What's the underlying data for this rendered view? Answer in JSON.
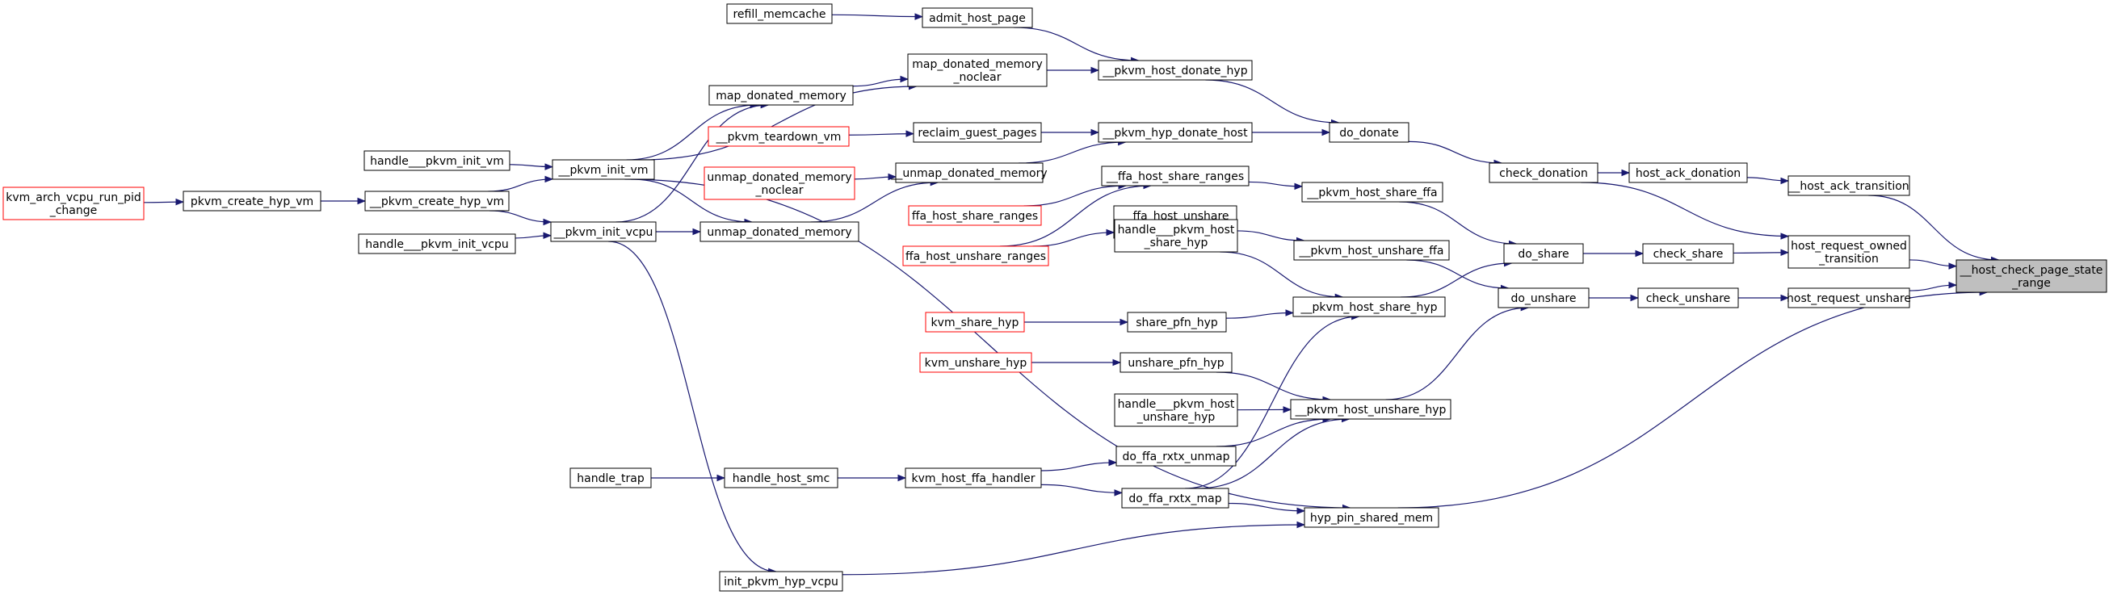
{
  "colors": {
    "edge": "#191970",
    "node_border": "#000000",
    "external_border": "#ff0000",
    "root_fill": "#bfbfbf",
    "node_fill": "#ffffff"
  },
  "nodes": [
    {
      "id": "host_check_page_state_range",
      "lines": [
        "__host_check_page_state",
        "_range"
      ],
      "style": "root"
    },
    {
      "id": "host_ack_transition",
      "lines": [
        "__host_ack_transition"
      ],
      "style": "normal"
    },
    {
      "id": "host_request_owned_transition",
      "lines": [
        "host_request_owned",
        "_transition"
      ],
      "style": "normal"
    },
    {
      "id": "host_request_unshare",
      "lines": [
        "host_request_unshare"
      ],
      "style": "normal"
    },
    {
      "id": "hyp_pin_shared_mem",
      "lines": [
        "hyp_pin_shared_mem"
      ],
      "style": "normal"
    },
    {
      "id": "host_ack_donation",
      "lines": [
        "host_ack_donation"
      ],
      "style": "normal"
    },
    {
      "id": "check_share",
      "lines": [
        "check_share"
      ],
      "style": "normal"
    },
    {
      "id": "check_unshare",
      "lines": [
        "check_unshare"
      ],
      "style": "normal"
    },
    {
      "id": "check_donation",
      "lines": [
        "check_donation"
      ],
      "style": "normal"
    },
    {
      "id": "do_share",
      "lines": [
        "do_share"
      ],
      "style": "normal"
    },
    {
      "id": "do_unshare",
      "lines": [
        "do_unshare"
      ],
      "style": "normal"
    },
    {
      "id": "do_donate",
      "lines": [
        "do_donate"
      ],
      "style": "normal"
    },
    {
      "id": "pkvm_host_donate_hyp",
      "lines": [
        "__pkvm_host_donate_hyp"
      ],
      "style": "normal"
    },
    {
      "id": "pkvm_hyp_donate_host",
      "lines": [
        "__pkvm_hyp_donate_host"
      ],
      "style": "normal"
    },
    {
      "id": "pkvm_host_share_ffa",
      "lines": [
        "__pkvm_host_share_ffa"
      ],
      "style": "normal"
    },
    {
      "id": "pkvm_host_unshare_ffa",
      "lines": [
        "__pkvm_host_unshare_ffa"
      ],
      "style": "normal"
    },
    {
      "id": "pkvm_host_share_hyp",
      "lines": [
        "__pkvm_host_share_hyp"
      ],
      "style": "normal"
    },
    {
      "id": "pkvm_host_unshare_hyp",
      "lines": [
        "__pkvm_host_unshare_hyp"
      ],
      "style": "normal"
    },
    {
      "id": "admit_host_page",
      "lines": [
        "admit_host_page"
      ],
      "style": "normal"
    },
    {
      "id": "refill_memcache",
      "lines": [
        "refill_memcache"
      ],
      "style": "normal"
    },
    {
      "id": "map_donated_memory_noclear",
      "lines": [
        "map_donated_memory",
        "_noclear"
      ],
      "style": "normal"
    },
    {
      "id": "map_donated_memory",
      "lines": [
        "map_donated_memory"
      ],
      "style": "normal"
    },
    {
      "id": "reclaim_guest_pages",
      "lines": [
        "reclaim_guest_pages"
      ],
      "style": "normal"
    },
    {
      "id": "pkvm_teardown_vm",
      "lines": [
        "__pkvm_teardown_vm"
      ],
      "style": "external"
    },
    {
      "id": "unmap_donated_memory_noclear",
      "lines": [
        "__unmap_donated_memory"
      ],
      "style": "normal"
    },
    {
      "id": "unmap_donated_memory_noclear_ext",
      "lines": [
        "unmap_donated_memory",
        "_noclear"
      ],
      "style": "external"
    },
    {
      "id": "unmap_donated_memory",
      "lines": [
        "unmap_donated_memory"
      ],
      "style": "normal"
    },
    {
      "id": "ffa_host_share_ranges_int",
      "lines": [
        "__ffa_host_share_ranges"
      ],
      "style": "normal"
    },
    {
      "id": "ffa_host_unshare_ranges_int",
      "lines": [
        "__ffa_host_unshare",
        "_ranges"
      ],
      "style": "normal"
    },
    {
      "id": "ffa_host_share_ranges",
      "lines": [
        "ffa_host_share_ranges"
      ],
      "style": "external"
    },
    {
      "id": "ffa_host_unshare_ranges",
      "lines": [
        "ffa_host_unshare_ranges"
      ],
      "style": "external"
    },
    {
      "id": "handle_pkvm_host_share_hyp",
      "lines": [
        "handle___pkvm_host",
        "_share_hyp"
      ],
      "style": "normal"
    },
    {
      "id": "share_pfn_hyp",
      "lines": [
        "share_pfn_hyp"
      ],
      "style": "normal"
    },
    {
      "id": "kvm_share_hyp",
      "lines": [
        "kvm_share_hyp"
      ],
      "style": "external"
    },
    {
      "id": "unshare_pfn_hyp",
      "lines": [
        "unshare_pfn_hyp"
      ],
      "style": "normal"
    },
    {
      "id": "kvm_unshare_hyp",
      "lines": [
        "kvm_unshare_hyp"
      ],
      "style": "external"
    },
    {
      "id": "handle_pkvm_host_unshare_hyp",
      "lines": [
        "handle___pkvm_host",
        "_unshare_hyp"
      ],
      "style": "normal"
    },
    {
      "id": "do_ffa_rxtx_unmap",
      "lines": [
        "do_ffa_rxtx_unmap"
      ],
      "style": "normal"
    },
    {
      "id": "do_ffa_rxtx_map",
      "lines": [
        "do_ffa_rxtx_map"
      ],
      "style": "normal"
    },
    {
      "id": "kvm_host_ffa_handler",
      "lines": [
        "kvm_host_ffa_handler"
      ],
      "style": "normal"
    },
    {
      "id": "handle_host_smc",
      "lines": [
        "handle_host_smc"
      ],
      "style": "normal"
    },
    {
      "id": "handle_trap",
      "lines": [
        "handle_trap"
      ],
      "style": "normal"
    },
    {
      "id": "pkvm_init_vm",
      "lines": [
        "__pkvm_init_vm"
      ],
      "style": "normal"
    },
    {
      "id": "pkvm_init_vcpu",
      "lines": [
        "__pkvm_init_vcpu"
      ],
      "style": "normal"
    },
    {
      "id": "handle_pkvm_init_vm",
      "lines": [
        "handle___pkvm_init_vm"
      ],
      "style": "normal"
    },
    {
      "id": "handle_pkvm_init_vcpu",
      "lines": [
        "handle___pkvm_init_vcpu"
      ],
      "style": "normal"
    },
    {
      "id": "pkvm_create_hyp_vm_int",
      "lines": [
        "__pkvm_create_hyp_vm"
      ],
      "style": "normal"
    },
    {
      "id": "pkvm_create_hyp_vm",
      "lines": [
        "pkvm_create_hyp_vm"
      ],
      "style": "normal"
    },
    {
      "id": "kvm_arch_vcpu_run_pid_change",
      "lines": [
        "kvm_arch_vcpu_run_pid",
        "_change"
      ],
      "style": "external"
    },
    {
      "id": "init_pkvm_hyp_vcpu",
      "lines": [
        "init_pkvm_hyp_vcpu"
      ],
      "style": "normal"
    }
  ],
  "edges": [
    [
      "host_ack_transition",
      "host_check_page_state_range"
    ],
    [
      "host_request_owned_transition",
      "host_check_page_state_range"
    ],
    [
      "host_request_unshare",
      "host_check_page_state_range"
    ],
    [
      "hyp_pin_shared_mem",
      "host_check_page_state_range"
    ],
    [
      "host_ack_donation",
      "host_ack_transition"
    ],
    [
      "check_share",
      "host_request_owned_transition"
    ],
    [
      "check_donation",
      "host_request_owned_transition"
    ],
    [
      "check_unshare",
      "host_request_unshare"
    ],
    [
      "check_donation",
      "host_ack_donation"
    ],
    [
      "do_share",
      "check_share"
    ],
    [
      "do_unshare",
      "check_unshare"
    ],
    [
      "do_donate",
      "check_donation"
    ],
    [
      "pkvm_host_donate_hyp",
      "do_donate"
    ],
    [
      "pkvm_hyp_donate_host",
      "do_donate"
    ],
    [
      "pkvm_host_share_ffa",
      "do_share"
    ],
    [
      "pkvm_host_share_hyp",
      "do_share"
    ],
    [
      "pkvm_host_unshare_ffa",
      "do_unshare"
    ],
    [
      "pkvm_host_unshare_hyp",
      "do_unshare"
    ],
    [
      "admit_host_page",
      "pkvm_host_donate_hyp"
    ],
    [
      "map_donated_memory_noclear",
      "pkvm_host_donate_hyp"
    ],
    [
      "refill_memcache",
      "admit_host_page"
    ],
    [
      "reclaim_guest_pages",
      "pkvm_hyp_donate_host"
    ],
    [
      "unmap_donated_memory_noclear",
      "pkvm_hyp_donate_host"
    ],
    [
      "map_donated_memory",
      "map_donated_memory_noclear"
    ],
    [
      "pkvm_init_vm",
      "map_donated_memory_noclear"
    ],
    [
      "pkvm_teardown_vm",
      "reclaim_guest_pages"
    ],
    [
      "unmap_donated_memory_noclear_ext",
      "unmap_donated_memory_noclear"
    ],
    [
      "unmap_donated_memory",
      "unmap_donated_memory_noclear"
    ],
    [
      "ffa_host_share_ranges_int",
      "pkvm_host_share_ffa"
    ],
    [
      "ffa_host_unshare_ranges_int",
      "pkvm_host_unshare_ffa"
    ],
    [
      "ffa_host_share_ranges",
      "ffa_host_share_ranges_int"
    ],
    [
      "ffa_host_unshare_ranges",
      "ffa_host_share_ranges_int"
    ],
    [
      "ffa_host_unshare_ranges",
      "ffa_host_unshare_ranges_int"
    ],
    [
      "handle_pkvm_host_share_hyp",
      "pkvm_host_share_hyp"
    ],
    [
      "share_pfn_hyp",
      "pkvm_host_share_hyp"
    ],
    [
      "do_ffa_rxtx_map",
      "pkvm_host_share_hyp"
    ],
    [
      "kvm_share_hyp",
      "share_pfn_hyp"
    ],
    [
      "unshare_pfn_hyp",
      "pkvm_host_unshare_hyp"
    ],
    [
      "handle_pkvm_host_unshare_hyp",
      "pkvm_host_unshare_hyp"
    ],
    [
      "do_ffa_rxtx_unmap",
      "pkvm_host_unshare_hyp"
    ],
    [
      "do_ffa_rxtx_map",
      "pkvm_host_unshare_hyp"
    ],
    [
      "kvm_unshare_hyp",
      "unshare_pfn_hyp"
    ],
    [
      "kvm_host_ffa_handler",
      "do_ffa_rxtx_unmap"
    ],
    [
      "kvm_host_ffa_handler",
      "do_ffa_rxtx_map"
    ],
    [
      "handle_host_smc",
      "kvm_host_ffa_handler"
    ],
    [
      "handle_trap",
      "handle_host_smc"
    ],
    [
      "do_ffa_rxtx_map",
      "hyp_pin_shared_mem"
    ],
    [
      "pkvm_init_vm",
      "hyp_pin_shared_mem"
    ],
    [
      "init_pkvm_hyp_vcpu",
      "hyp_pin_shared_mem"
    ],
    [
      "pkvm_init_vcpu",
      "init_pkvm_hyp_vcpu"
    ],
    [
      "pkvm_init_vm",
      "map_donated_memory"
    ],
    [
      "pkvm_init_vcpu",
      "map_donated_memory"
    ],
    [
      "pkvm_init_vm",
      "unmap_donated_memory"
    ],
    [
      "pkvm_init_vcpu",
      "unmap_donated_memory"
    ],
    [
      "handle_pkvm_init_vm",
      "pkvm_init_vm"
    ],
    [
      "pkvm_create_hyp_vm_int",
      "pkvm_init_vm"
    ],
    [
      "handle_pkvm_init_vcpu",
      "pkvm_init_vcpu"
    ],
    [
      "pkvm_create_hyp_vm_int",
      "pkvm_init_vcpu"
    ],
    [
      "pkvm_create_hyp_vm",
      "pkvm_create_hyp_vm_int"
    ],
    [
      "kvm_arch_vcpu_run_pid_change",
      "pkvm_create_hyp_vm"
    ]
  ]
}
